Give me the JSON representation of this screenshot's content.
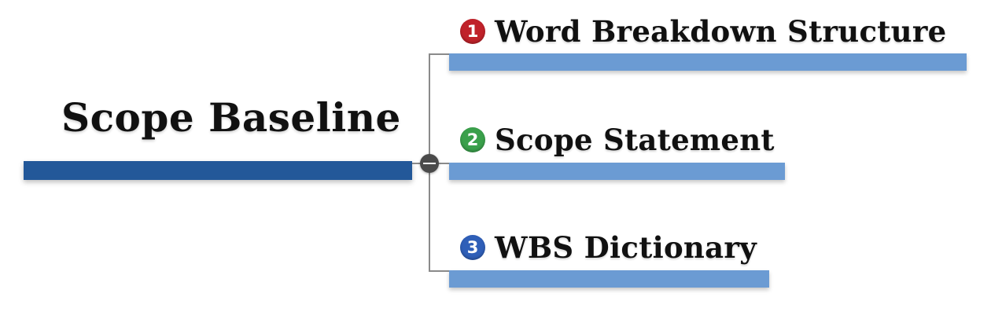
{
  "root": {
    "title": "Scope Baseline",
    "bar_color": "#235899"
  },
  "collapse_icon": "minus-circle-icon",
  "branches": [
    {
      "number": "1",
      "label": "Word Breakdown Structure",
      "badge_color": "#c0222a"
    },
    {
      "number": "2",
      "label": "Scope Statement",
      "badge_color": "#3aa04b"
    },
    {
      "number": "3",
      "label": "WBS Dictionary",
      "badge_color": "#2f5fb8"
    }
  ],
  "branch_bar_color": "#6b9bd3",
  "connector_color": "#8a8a8a"
}
